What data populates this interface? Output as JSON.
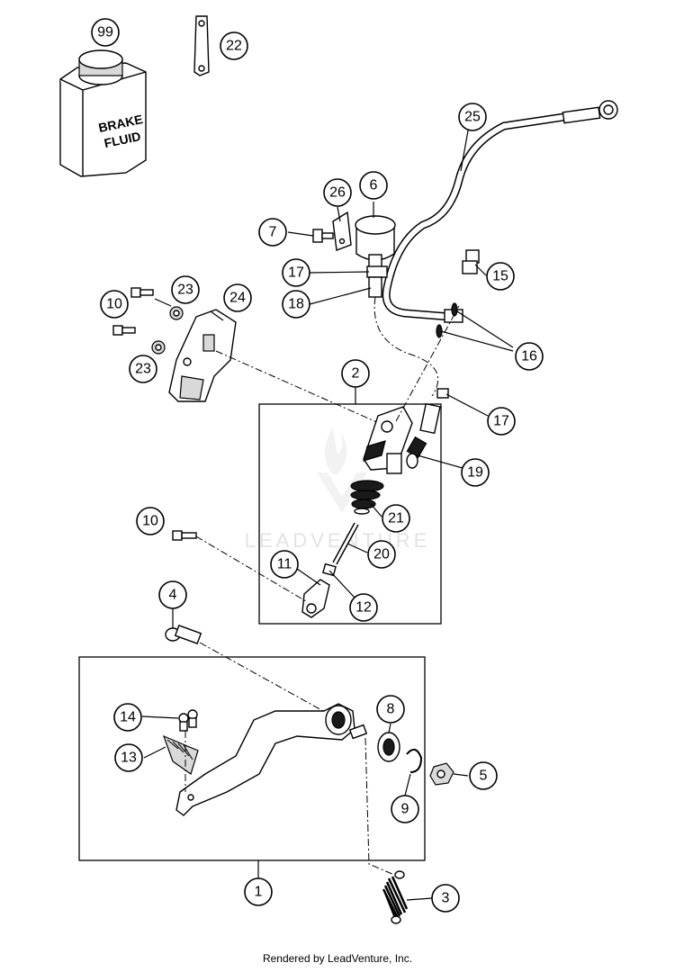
{
  "diagram": {
    "callouts": [
      "99",
      "22",
      "25",
      "26",
      "6",
      "7",
      "15",
      "17",
      "18",
      "10",
      "23",
      "24",
      "16",
      "23",
      "2",
      "17",
      "19",
      "21",
      "10",
      "20",
      "11",
      "12",
      "4",
      "8",
      "14",
      "13",
      "5",
      "9",
      "1",
      "3"
    ],
    "bottle_label": [
      "BRAKE",
      "FLUID"
    ],
    "watermark": "LEADVENTURE"
  },
  "footer": {
    "credit": "Rendered by LeadVenture, Inc."
  },
  "colors": {
    "line": "#000000",
    "watermark": "#e3e3e3"
  }
}
